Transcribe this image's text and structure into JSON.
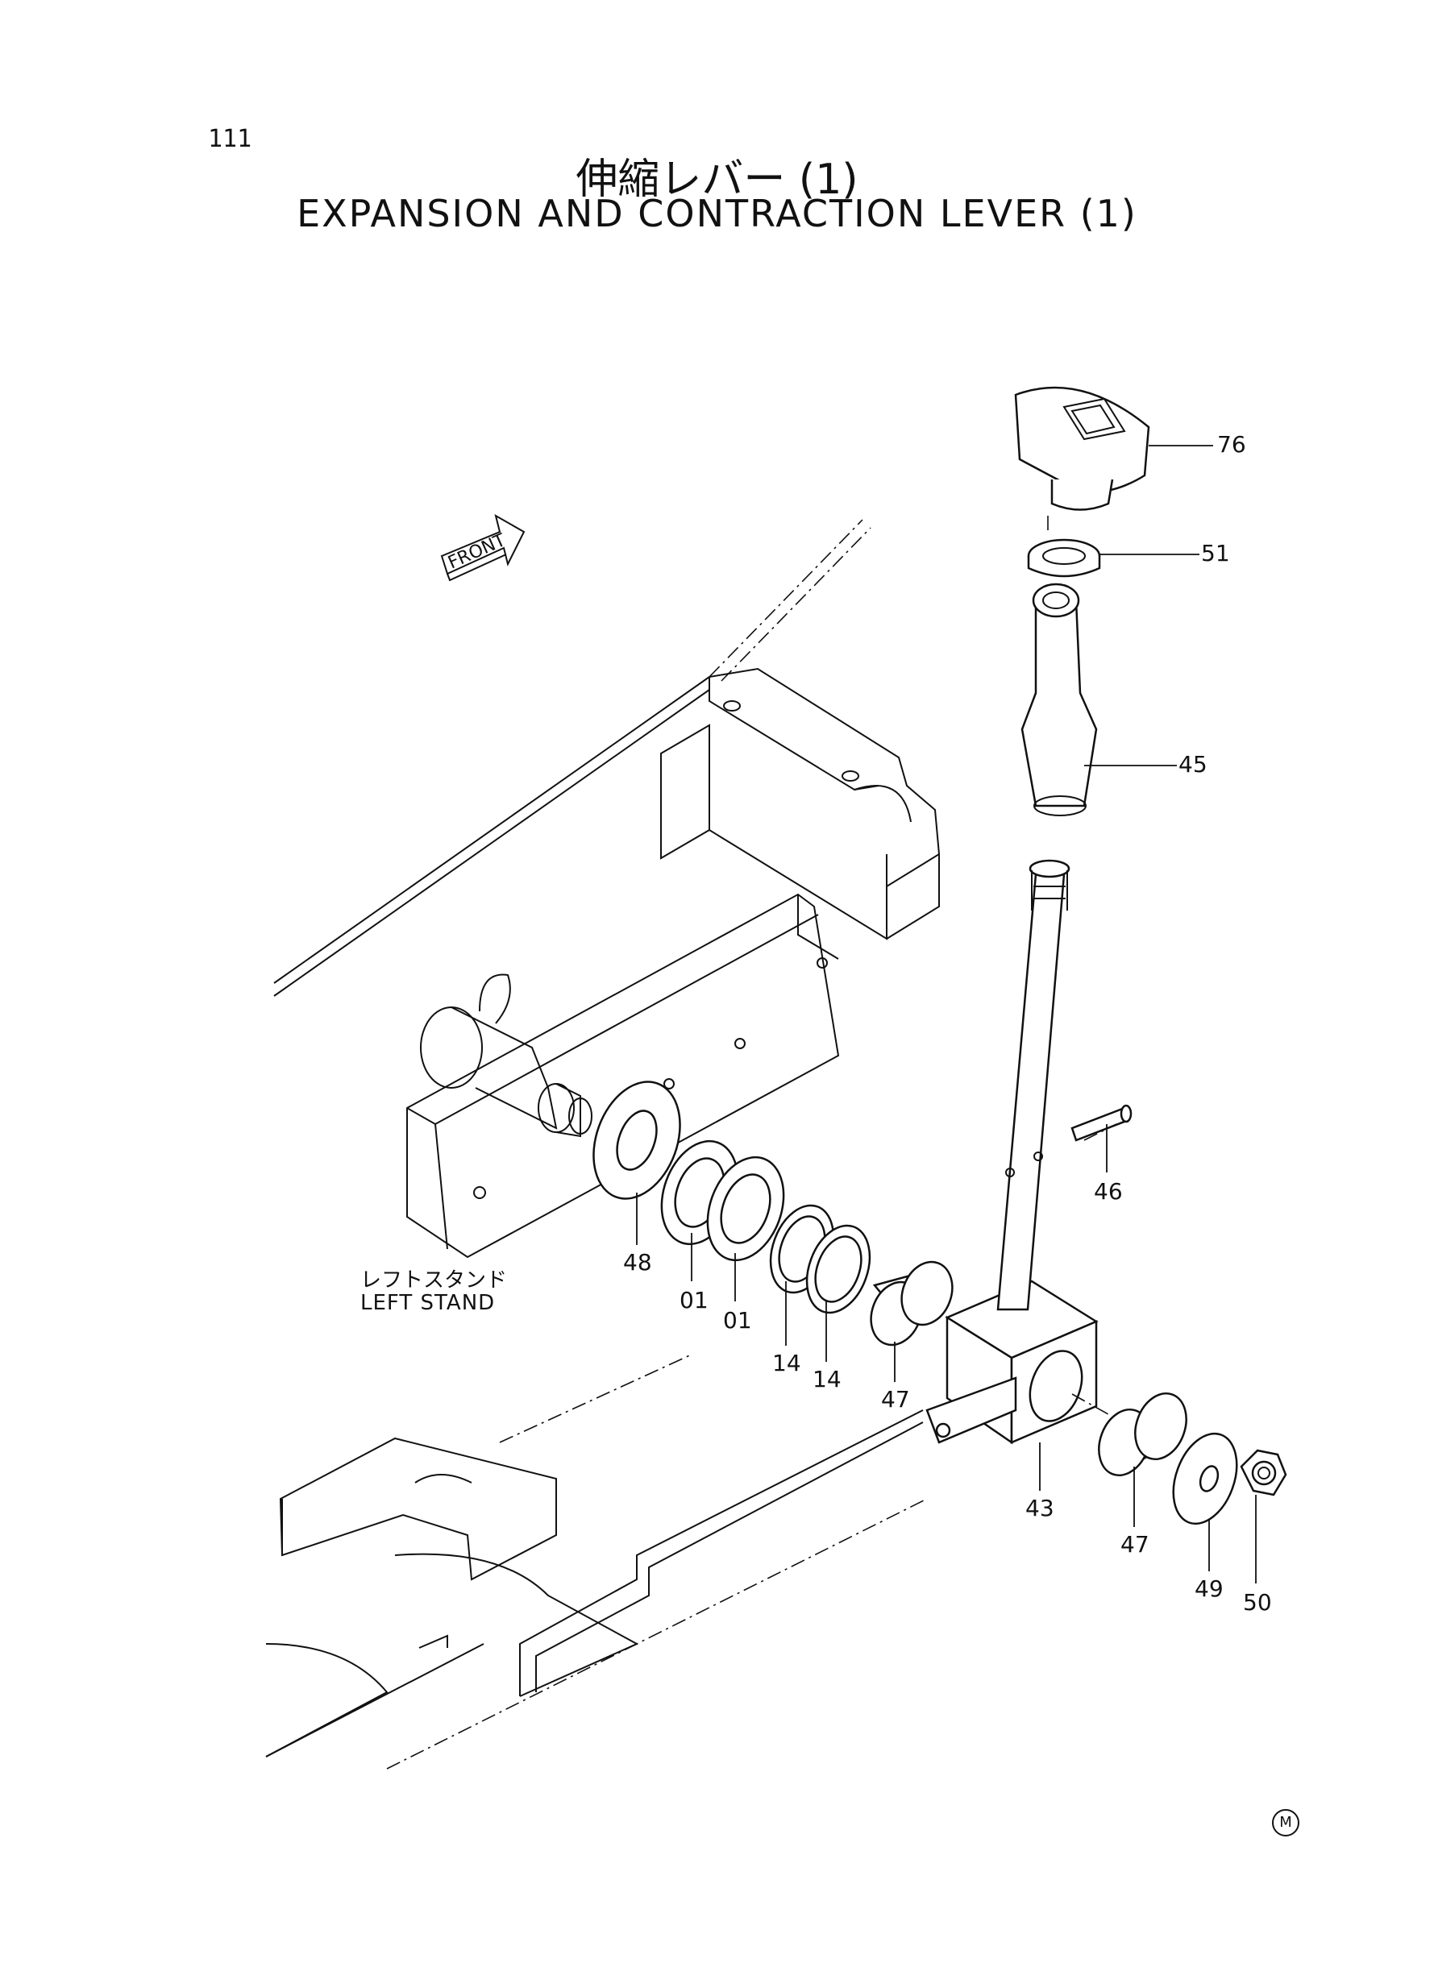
{
  "page_number": "111",
  "title_ja": "伸縮レバー (1)",
  "title_en": "EXPANSION AND CONTRACTION LEVER (1)",
  "front_label": "FRONT",
  "left_stand": {
    "ja": "レフトスタンド",
    "en": "LEFT STAND"
  },
  "parts": {
    "knob": "76",
    "ring": "51",
    "grip": "45",
    "pin": "46",
    "washer_large": "48",
    "shim_a": "01",
    "shim_b": "01",
    "shim_c": "14",
    "shim_d": "14",
    "bushing_left": "47",
    "lever_block": "43",
    "bushing_right": "47",
    "washer_right": "49",
    "nut": "50"
  },
  "mark": "M"
}
